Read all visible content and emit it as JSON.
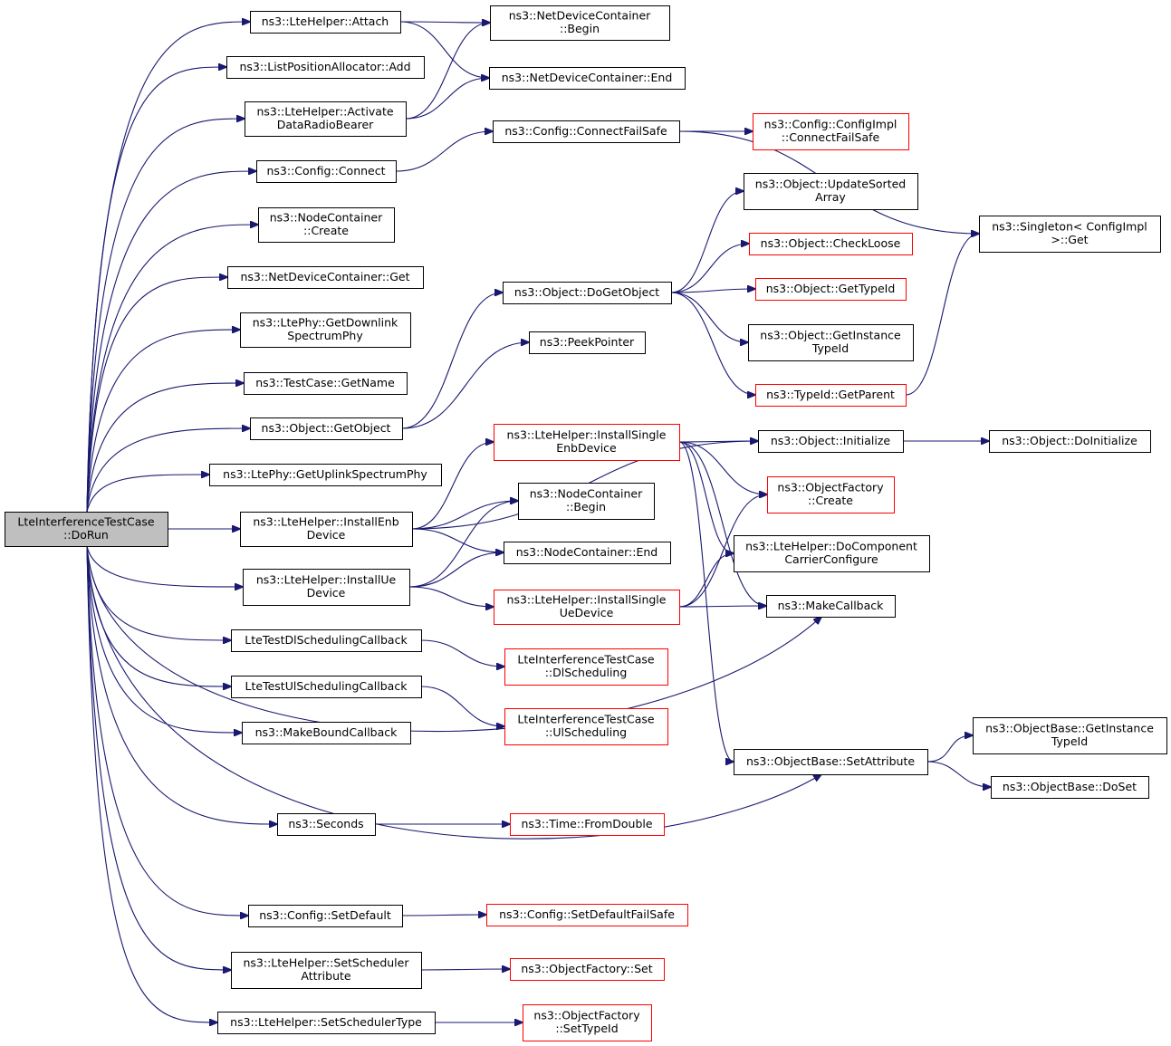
{
  "graph": {
    "colors": {
      "edge": "#191970",
      "border": "#000000",
      "highlight_border": "#ff0000",
      "root_fill": "#bfbfbf"
    },
    "nodes": [
      {
        "id": "root",
        "lines": [
          "LteInterferenceTestCase",
          "::DoRun"
        ],
        "style": "root"
      },
      {
        "id": "attach",
        "lines": [
          "ns3::LteHelper::Attach"
        ],
        "style": "normal"
      },
      {
        "id": "lpa_add",
        "lines": [
          "ns3::ListPositionAllocator::Add"
        ],
        "style": "normal"
      },
      {
        "id": "activate",
        "lines": [
          "ns3::LteHelper::Activate",
          "DataRadioBearer"
        ],
        "style": "normal"
      },
      {
        "id": "cfg_connect",
        "lines": [
          "ns3::Config::Connect"
        ],
        "style": "normal"
      },
      {
        "id": "nc_create",
        "lines": [
          "ns3::NodeContainer",
          "::Create"
        ],
        "style": "normal"
      },
      {
        "id": "ndc_get",
        "lines": [
          "ns3::NetDeviceContainer::Get"
        ],
        "style": "normal"
      },
      {
        "id": "get_dl_phy",
        "lines": [
          "ns3::LtePhy::GetDownlink",
          "SpectrumPhy"
        ],
        "style": "normal"
      },
      {
        "id": "tc_getname",
        "lines": [
          "ns3::TestCase::GetName"
        ],
        "style": "normal"
      },
      {
        "id": "obj_getobject",
        "lines": [
          "ns3::Object::GetObject"
        ],
        "style": "normal"
      },
      {
        "id": "get_ul_phy",
        "lines": [
          "ns3::LtePhy::GetUplinkSpectrumPhy"
        ],
        "style": "normal"
      },
      {
        "id": "install_enb",
        "lines": [
          "ns3::LteHelper::InstallEnb",
          "Device"
        ],
        "style": "normal"
      },
      {
        "id": "install_ue",
        "lines": [
          "ns3::LteHelper::InstallUe",
          "Device"
        ],
        "style": "normal"
      },
      {
        "id": "dl_cb",
        "lines": [
          "LteTestDlSchedulingCallback"
        ],
        "style": "normal"
      },
      {
        "id": "ul_cb",
        "lines": [
          "LteTestUlSchedulingCallback"
        ],
        "style": "normal"
      },
      {
        "id": "make_bound_cb",
        "lines": [
          "ns3::MakeBoundCallback"
        ],
        "style": "normal"
      },
      {
        "id": "seconds",
        "lines": [
          "ns3::Seconds"
        ],
        "style": "normal"
      },
      {
        "id": "cfg_setdefault",
        "lines": [
          "ns3::Config::SetDefault"
        ],
        "style": "normal"
      },
      {
        "id": "set_sched_attr",
        "lines": [
          "ns3::LteHelper::SetScheduler",
          "Attribute"
        ],
        "style": "normal"
      },
      {
        "id": "set_sched_type",
        "lines": [
          "ns3::LteHelper::SetSchedulerType"
        ],
        "style": "normal"
      },
      {
        "id": "ndc_begin",
        "lines": [
          "ns3::NetDeviceContainer",
          "::Begin"
        ],
        "style": "normal"
      },
      {
        "id": "ndc_end",
        "lines": [
          "ns3::NetDeviceContainer::End"
        ],
        "style": "normal"
      },
      {
        "id": "cfg_connectfs",
        "lines": [
          "ns3::Config::ConnectFailSafe"
        ],
        "style": "normal"
      },
      {
        "id": "obj_dogetobject",
        "lines": [
          "ns3::Object::DoGetObject"
        ],
        "style": "normal"
      },
      {
        "id": "peekpointer",
        "lines": [
          "ns3::PeekPointer"
        ],
        "style": "normal"
      },
      {
        "id": "install_single_enb",
        "lines": [
          "ns3::LteHelper::InstallSingle",
          "EnbDevice"
        ],
        "style": "highlight"
      },
      {
        "id": "nc_begin",
        "lines": [
          "ns3::NodeContainer",
          "::Begin"
        ],
        "style": "normal"
      },
      {
        "id": "nc_end",
        "lines": [
          "ns3::NodeContainer::End"
        ],
        "style": "normal"
      },
      {
        "id": "install_single_ue",
        "lines": [
          "ns3::LteHelper::InstallSingle",
          "UeDevice"
        ],
        "style": "highlight"
      },
      {
        "id": "lit_dlsched",
        "lines": [
          "LteInterferenceTestCase",
          "::DlScheduling"
        ],
        "style": "highlight"
      },
      {
        "id": "lit_ulsched",
        "lines": [
          "LteInterferenceTestCase",
          "::UlScheduling"
        ],
        "style": "highlight"
      },
      {
        "id": "time_fromdouble",
        "lines": [
          "ns3::Time::FromDouble"
        ],
        "style": "highlight"
      },
      {
        "id": "cfg_setdefaultfs",
        "lines": [
          "ns3::Config::SetDefaultFailSafe"
        ],
        "style": "highlight"
      },
      {
        "id": "of_set",
        "lines": [
          "ns3::ObjectFactory::Set"
        ],
        "style": "highlight"
      },
      {
        "id": "of_settypeid",
        "lines": [
          "ns3::ObjectFactory",
          "::SetTypeId"
        ],
        "style": "highlight"
      },
      {
        "id": "cfgimpl_connectfs",
        "lines": [
          "ns3::Config::ConfigImpl",
          "::ConnectFailSafe"
        ],
        "style": "highlight"
      },
      {
        "id": "obj_updatesorted",
        "lines": [
          "ns3::Object::UpdateSorted",
          "Array"
        ],
        "style": "normal"
      },
      {
        "id": "obj_checkloose",
        "lines": [
          "ns3::Object::CheckLoose"
        ],
        "style": "highlight"
      },
      {
        "id": "obj_gettypeid",
        "lines": [
          "ns3::Object::GetTypeId"
        ],
        "style": "highlight"
      },
      {
        "id": "obj_getinstancetypeid",
        "lines": [
          "ns3::Object::GetInstance",
          "TypeId"
        ],
        "style": "normal"
      },
      {
        "id": "typeid_getparent",
        "lines": [
          "ns3::TypeId::GetParent"
        ],
        "style": "highlight"
      },
      {
        "id": "obj_initialize",
        "lines": [
          "ns3::Object::Initialize"
        ],
        "style": "normal"
      },
      {
        "id": "of_create",
        "lines": [
          "ns3::ObjectFactory",
          "::Create"
        ],
        "style": "highlight"
      },
      {
        "id": "docc_configure",
        "lines": [
          "ns3::LteHelper::DoComponent",
          "CarrierConfigure"
        ],
        "style": "normal"
      },
      {
        "id": "makecallback",
        "lines": [
          "ns3::MakeCallback"
        ],
        "style": "normal"
      },
      {
        "id": "ob_setattribute",
        "lines": [
          "ns3::ObjectBase::SetAttribute"
        ],
        "style": "normal"
      },
      {
        "id": "singleton_get",
        "lines": [
          "ns3::Singleton< ConfigImpl",
          ">::Get"
        ],
        "style": "normal"
      },
      {
        "id": "obj_doinitialize",
        "lines": [
          "ns3::Object::DoInitialize"
        ],
        "style": "normal"
      },
      {
        "id": "ob_getinstancetypeid",
        "lines": [
          "ns3::ObjectBase::GetInstance",
          "TypeId"
        ],
        "style": "normal"
      },
      {
        "id": "ob_doset",
        "lines": [
          "ns3::ObjectBase::DoSet"
        ],
        "style": "normal"
      }
    ],
    "edges": [
      [
        "root",
        "attach"
      ],
      [
        "root",
        "lpa_add"
      ],
      [
        "root",
        "activate"
      ],
      [
        "root",
        "cfg_connect"
      ],
      [
        "root",
        "nc_create"
      ],
      [
        "root",
        "ndc_get"
      ],
      [
        "root",
        "get_dl_phy"
      ],
      [
        "root",
        "tc_getname"
      ],
      [
        "root",
        "obj_getobject"
      ],
      [
        "root",
        "get_ul_phy"
      ],
      [
        "root",
        "install_enb"
      ],
      [
        "root",
        "install_ue"
      ],
      [
        "root",
        "dl_cb"
      ],
      [
        "root",
        "ul_cb"
      ],
      [
        "root",
        "make_bound_cb"
      ],
      [
        "root",
        "makecallback"
      ],
      [
        "root",
        "seconds"
      ],
      [
        "root",
        "ob_setattribute"
      ],
      [
        "root",
        "cfg_setdefault"
      ],
      [
        "root",
        "set_sched_attr"
      ],
      [
        "root",
        "set_sched_type"
      ],
      [
        "attach",
        "ndc_begin"
      ],
      [
        "attach",
        "ndc_end"
      ],
      [
        "activate",
        "ndc_begin"
      ],
      [
        "activate",
        "ndc_end"
      ],
      [
        "cfg_connect",
        "cfg_connectfs"
      ],
      [
        "cfg_connectfs",
        "cfgimpl_connectfs"
      ],
      [
        "cfg_connectfs",
        "singleton_get"
      ],
      [
        "obj_getobject",
        "obj_dogetobject"
      ],
      [
        "obj_getobject",
        "peekpointer"
      ],
      [
        "obj_dogetobject",
        "obj_updatesorted"
      ],
      [
        "obj_dogetobject",
        "obj_checkloose"
      ],
      [
        "obj_dogetobject",
        "obj_gettypeid"
      ],
      [
        "obj_dogetobject",
        "obj_getinstancetypeid"
      ],
      [
        "obj_dogetobject",
        "typeid_getparent"
      ],
      [
        "typeid_getparent",
        "singleton_get"
      ],
      [
        "install_enb",
        "install_single_enb"
      ],
      [
        "install_enb",
        "nc_begin"
      ],
      [
        "install_enb",
        "nc_end"
      ],
      [
        "install_enb",
        "obj_initialize"
      ],
      [
        "install_ue",
        "nc_begin"
      ],
      [
        "install_ue",
        "nc_end"
      ],
      [
        "install_ue",
        "install_single_ue"
      ],
      [
        "install_single_enb",
        "obj_initialize"
      ],
      [
        "install_single_enb",
        "of_create"
      ],
      [
        "install_single_enb",
        "docc_configure"
      ],
      [
        "install_single_enb",
        "makecallback"
      ],
      [
        "install_single_enb",
        "ob_setattribute"
      ],
      [
        "install_single_ue",
        "of_create"
      ],
      [
        "install_single_ue",
        "docc_configure"
      ],
      [
        "install_single_ue",
        "makecallback"
      ],
      [
        "obj_initialize",
        "obj_doinitialize"
      ],
      [
        "dl_cb",
        "lit_dlsched"
      ],
      [
        "ul_cb",
        "lit_ulsched"
      ],
      [
        "seconds",
        "time_fromdouble"
      ],
      [
        "cfg_setdefault",
        "cfg_setdefaultfs"
      ],
      [
        "set_sched_attr",
        "of_set"
      ],
      [
        "set_sched_type",
        "of_settypeid"
      ],
      [
        "ob_setattribute",
        "ob_getinstancetypeid"
      ],
      [
        "ob_setattribute",
        "ob_doset"
      ]
    ]
  }
}
